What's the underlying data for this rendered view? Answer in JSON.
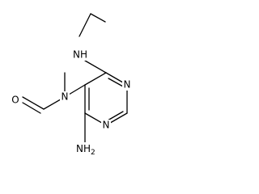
{
  "diagram": {
    "type": "skeletal-formula",
    "atoms": {
      "nh_ethyl": "NH",
      "ring_n_upper": "N",
      "ring_n_lower": "N",
      "amide_n": "N",
      "carbonyl_o": "O",
      "amino": "NH",
      "amino_h2_subscript": "2"
    },
    "colors": {
      "bond": "#000000",
      "label": "#000000",
      "background": "#ffffff"
    }
  }
}
